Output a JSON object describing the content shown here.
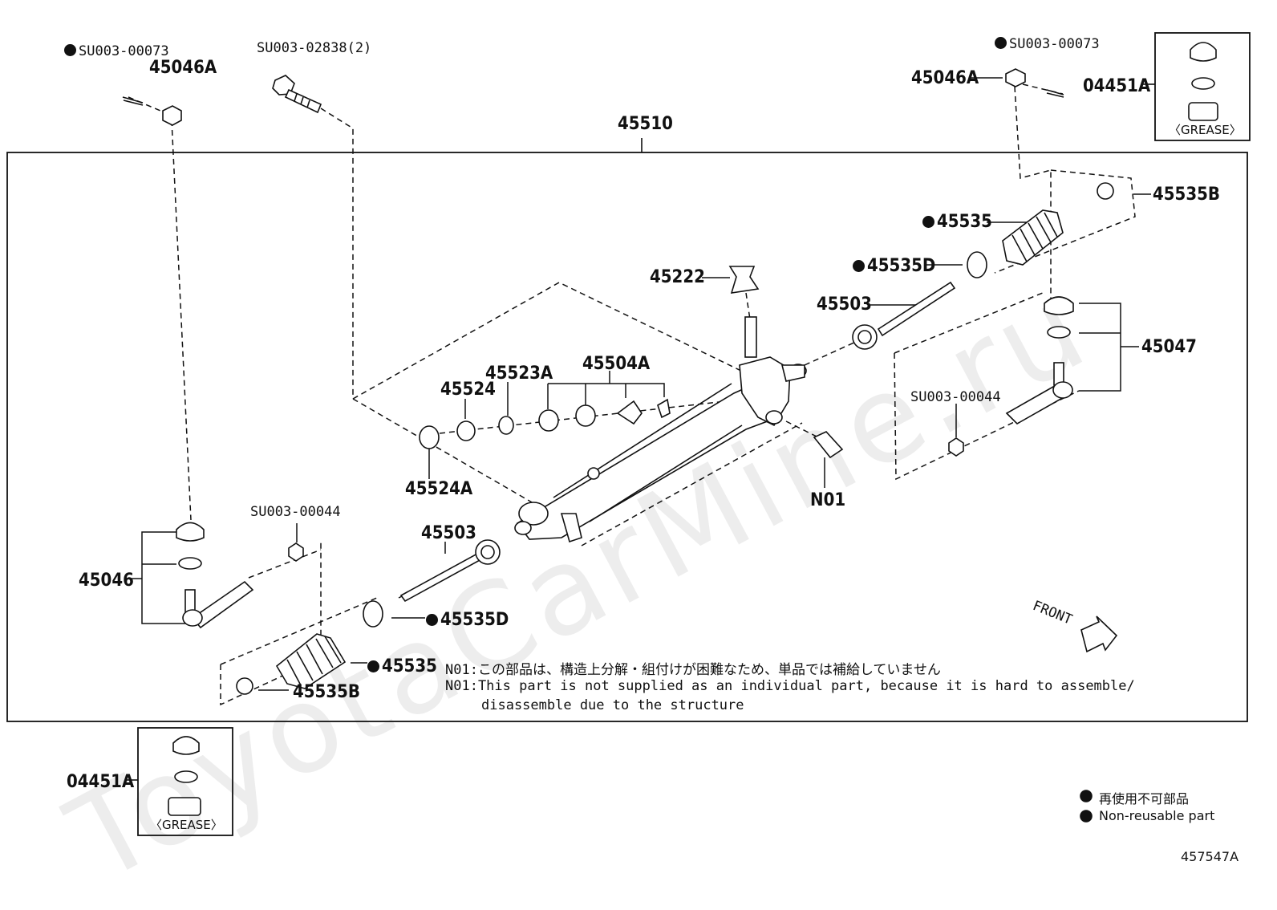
{
  "watermark": "ToyotaCarMine.ru",
  "diagram_id": "457547A",
  "assembly_label": "45510",
  "grease_label": "〈GREASE〉",
  "labels": {
    "su003_00073_left": "SU003-00073",
    "n45046a_left": "45046A",
    "su003_02838": "SU003-02838(2)",
    "su003_00073_right": "SU003-00073",
    "n45046a_right": "45046A",
    "n04451a_top": "04451A",
    "n45535b_right": "45535B",
    "n45535_right": "45535",
    "n45535d_right": "45535D",
    "n45222": "45222",
    "n45503_right": "45503",
    "n45047": "45047",
    "su003_00044_right": "SU003-00044",
    "n45504a": "45504A",
    "n45523a": "45523A",
    "n45524": "45524",
    "n45524a": "45524A",
    "n01": "N01",
    "su003_00044_left": "SU003-00044",
    "n45503_left": "45503",
    "n45046": "45046",
    "n45535d_left": "45535D",
    "n45535_left": "45535",
    "n45535b_left": "45535B",
    "n04451a_bottom": "04451A",
    "front": "FRONT"
  },
  "notes": {
    "jp": "N01:この部品は、構造上分解・組付けが困難なため、単品では補給していません",
    "en_line1": "N01:This part is not supplied as an individual part, because it is hard to assemble/",
    "en_line2": "disassemble due to the structure"
  },
  "legend": {
    "jp": "再使用不可部品",
    "en": "Non-reusable part"
  }
}
